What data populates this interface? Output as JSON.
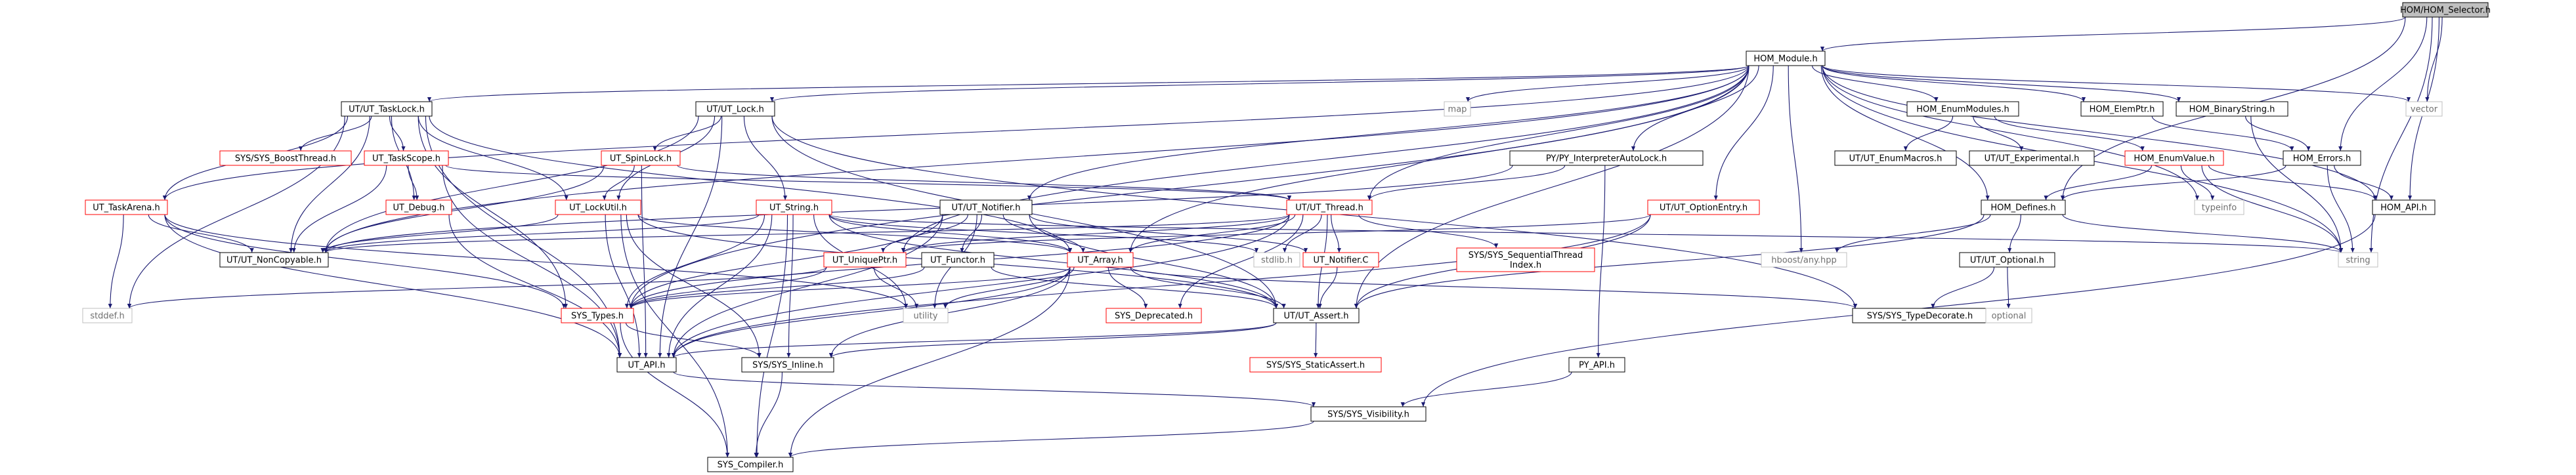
{
  "graph": {
    "colors": {
      "edge": "#191970",
      "node_border_default": "#000000",
      "node_border_missing": "#ff0000",
      "node_border_external": "#bfbfbf",
      "root_fill": "#bfbfbf"
    },
    "nodes": [
      {
        "id": "root",
        "label": "HOM/HOM_Selector.h",
        "style": "root"
      },
      {
        "id": "hom_module",
        "label": "HOM_Module.h",
        "style": "normal"
      },
      {
        "id": "ut_tasklock",
        "label": "UT/UT_TaskLock.h",
        "style": "normal"
      },
      {
        "id": "ut_lock",
        "label": "UT/UT_Lock.h",
        "style": "normal"
      },
      {
        "id": "map",
        "label": "map",
        "style": "external"
      },
      {
        "id": "py_autolock",
        "label": "PY/PY_InterpreterAutoLock.h",
        "style": "normal"
      },
      {
        "id": "hom_enummod",
        "label": "HOM_EnumModules.h",
        "style": "normal"
      },
      {
        "id": "hom_elemptr",
        "label": "HOM_ElemPtr.h",
        "style": "normal"
      },
      {
        "id": "hom_binstr",
        "label": "HOM_BinaryString.h",
        "style": "normal"
      },
      {
        "id": "vector",
        "label": "vector",
        "style": "external"
      },
      {
        "id": "sys_boost",
        "label": "SYS/SYS_BoostThread.h",
        "style": "missing"
      },
      {
        "id": "ut_taskscope",
        "label": "UT_TaskScope.h",
        "style": "missing"
      },
      {
        "id": "ut_spinlock",
        "label": "UT_SpinLock.h",
        "style": "missing"
      },
      {
        "id": "ut_taskarena",
        "label": "UT_TaskArena.h",
        "style": "missing"
      },
      {
        "id": "ut_debug",
        "label": "UT_Debug.h",
        "style": "missing"
      },
      {
        "id": "ut_lockutil",
        "label": "UT_LockUtil.h",
        "style": "missing"
      },
      {
        "id": "ut_string",
        "label": "UT_String.h",
        "style": "missing"
      },
      {
        "id": "ut_notifier",
        "label": "UT/UT_Notifier.h",
        "style": "normal"
      },
      {
        "id": "ut_thread",
        "label": "UT/UT_Thread.h",
        "style": "missing"
      },
      {
        "id": "ut_enummacros",
        "label": "UT/UT_EnumMacros.h",
        "style": "normal"
      },
      {
        "id": "ut_experimental",
        "label": "UT/UT_Experimental.h",
        "style": "normal"
      },
      {
        "id": "hom_enumvalue",
        "label": "HOM_EnumValue.h",
        "style": "missing"
      },
      {
        "id": "hom_errors",
        "label": "HOM_Errors.h",
        "style": "normal"
      },
      {
        "id": "ut_optionentry",
        "label": "UT/UT_OptionEntry.h",
        "style": "missing"
      },
      {
        "id": "ut_noncopyable",
        "label": "UT/UT_NonCopyable.h",
        "style": "normal"
      },
      {
        "id": "ut_functor",
        "label": "UT_Functor.h",
        "style": "normal"
      },
      {
        "id": "ut_uniqueptr",
        "label": "UT_UniquePtr.h",
        "style": "missing"
      },
      {
        "id": "ut_array",
        "label": "UT_Array.h",
        "style": "missing"
      },
      {
        "id": "stdlib",
        "label": "stdlib.h",
        "style": "external"
      },
      {
        "id": "ut_notifier_c",
        "label": "UT_Notifier.C",
        "style": "missing"
      },
      {
        "id": "sys_seqthread",
        "label": "SYS/SYS_SequentialThread\nIndex.h",
        "style": "missing"
      },
      {
        "id": "hom_defines",
        "label": "HOM_Defines.h",
        "style": "normal"
      },
      {
        "id": "typeinfo",
        "label": "typeinfo",
        "style": "external"
      },
      {
        "id": "hom_api",
        "label": "HOM_API.h",
        "style": "normal"
      },
      {
        "id": "string",
        "label": "string",
        "style": "external"
      },
      {
        "id": "stddef",
        "label": "stddef.h",
        "style": "external"
      },
      {
        "id": "sys_types",
        "label": "SYS_Types.h",
        "style": "missing"
      },
      {
        "id": "utility",
        "label": "utility",
        "style": "external"
      },
      {
        "id": "sys_deprecated",
        "label": "SYS_Deprecated.h",
        "style": "missing"
      },
      {
        "id": "ut_assert",
        "label": "UT/UT_Assert.h",
        "style": "normal"
      },
      {
        "id": "hboost_any",
        "label": "hboost/any.hpp",
        "style": "external"
      },
      {
        "id": "ut_optional",
        "label": "UT/UT_Optional.h",
        "style": "normal"
      },
      {
        "id": "sys_typedecorate",
        "label": "SYS/SYS_TypeDecorate.h",
        "style": "normal"
      },
      {
        "id": "optional",
        "label": "optional",
        "style": "external"
      },
      {
        "id": "ut_api",
        "label": "UT_API.h",
        "style": "normal"
      },
      {
        "id": "sys_inline",
        "label": "SYS/SYS_Inline.h",
        "style": "normal"
      },
      {
        "id": "sys_staticassert",
        "label": "SYS/SYS_StaticAssert.h",
        "style": "missing"
      },
      {
        "id": "py_api",
        "label": "PY_API.h",
        "style": "normal"
      },
      {
        "id": "sys_visibility",
        "label": "SYS/SYS_Visibility.h",
        "style": "normal"
      },
      {
        "id": "sys_compiler",
        "label": "SYS_Compiler.h",
        "style": "normal"
      }
    ],
    "edges": [
      [
        "root",
        "hom_module"
      ],
      [
        "root",
        "vector"
      ],
      [
        "root",
        "hom_errors"
      ],
      [
        "root",
        "hom_api"
      ],
      [
        "root",
        "string"
      ],
      [
        "root",
        "hom_defines"
      ],
      [
        "hom_module",
        "ut_tasklock"
      ],
      [
        "hom_module",
        "ut_lock"
      ],
      [
        "hom_module",
        "map"
      ],
      [
        "hom_module",
        "py_autolock"
      ],
      [
        "hom_module",
        "hom_enummod"
      ],
      [
        "hom_module",
        "hom_elemptr"
      ],
      [
        "hom_module",
        "hom_binstr"
      ],
      [
        "hom_module",
        "vector"
      ],
      [
        "hom_module",
        "ut_thread"
      ],
      [
        "hom_module",
        "ut_optionentry"
      ],
      [
        "hom_module",
        "hom_defines"
      ],
      [
        "hom_module",
        "hom_api"
      ],
      [
        "hom_module",
        "string"
      ],
      [
        "hom_module",
        "hboost_any"
      ],
      [
        "hom_module",
        "typeinfo"
      ],
      [
        "hom_module",
        "ut_notifier"
      ],
      [
        "hom_module",
        "ut_uniqueptr"
      ],
      [
        "hom_module",
        "ut_array"
      ],
      [
        "hom_module",
        "ut_assert"
      ],
      [
        "hom_module",
        "sys_types"
      ],
      [
        "hom_module",
        "ut_noncopyable"
      ],
      [
        "hom_module",
        "ut_taskarena"
      ],
      [
        "ut_tasklock",
        "sys_boost"
      ],
      [
        "ut_tasklock",
        "ut_taskscope"
      ],
      [
        "ut_tasklock",
        "ut_taskarena"
      ],
      [
        "ut_tasklock",
        "ut_debug"
      ],
      [
        "ut_tasklock",
        "ut_lockutil"
      ],
      [
        "ut_tasklock",
        "ut_noncopyable"
      ],
      [
        "ut_tasklock",
        "stddef"
      ],
      [
        "ut_tasklock",
        "ut_api"
      ],
      [
        "ut_tasklock",
        "sys_types"
      ],
      [
        "ut_tasklock",
        "ut_array"
      ],
      [
        "ut_lock",
        "ut_spinlock"
      ],
      [
        "ut_lock",
        "ut_lockutil"
      ],
      [
        "ut_lock",
        "ut_string"
      ],
      [
        "ut_lock",
        "ut_noncopyable"
      ],
      [
        "ut_lock",
        "ut_api"
      ],
      [
        "ut_lock",
        "sys_typedecorate"
      ],
      [
        "ut_lock",
        "ut_assert"
      ],
      [
        "py_autolock",
        "ut_thread"
      ],
      [
        "py_autolock",
        "py_api"
      ],
      [
        "py_autolock",
        "ut_noncopyable"
      ],
      [
        "hom_enummod",
        "ut_enummacros"
      ],
      [
        "hom_enummod",
        "ut_experimental"
      ],
      [
        "hom_enummod",
        "hom_enumvalue"
      ],
      [
        "hom_elemptr",
        "hom_errors"
      ],
      [
        "hom_binstr",
        "hom_errors"
      ],
      [
        "hom_binstr",
        "string"
      ],
      [
        "ut_taskscope",
        "ut_debug"
      ],
      [
        "ut_taskscope",
        "ut_thread"
      ],
      [
        "ut_taskscope",
        "ut_noncopyable"
      ],
      [
        "ut_taskscope",
        "ut_api"
      ],
      [
        "ut_spinlock",
        "ut_lockutil"
      ],
      [
        "ut_spinlock",
        "ut_thread"
      ],
      [
        "ut_spinlock",
        "ut_noncopyable"
      ],
      [
        "ut_spinlock",
        "ut_api"
      ],
      [
        "ut_taskarena",
        "ut_noncopyable"
      ],
      [
        "ut_taskarena",
        "stddef"
      ],
      [
        "ut_taskarena",
        "sys_types"
      ],
      [
        "ut_taskarena",
        "ut_api"
      ],
      [
        "ut_taskarena",
        "utility"
      ],
      [
        "ut_debug",
        "ut_api"
      ],
      [
        "ut_lockutil",
        "ut_noncopyable"
      ],
      [
        "ut_lockutil",
        "ut_api"
      ],
      [
        "ut_lockutil",
        "sys_compiler"
      ],
      [
        "ut_lockutil",
        "ut_assert"
      ],
      [
        "ut_lockutil",
        "sys_inline"
      ],
      [
        "ut_lockutil",
        "ut_array"
      ],
      [
        "ut_string",
        "ut_noncopyable"
      ],
      [
        "ut_string",
        "sys_types"
      ],
      [
        "ut_string",
        "ut_api"
      ],
      [
        "ut_string",
        "utility"
      ],
      [
        "ut_string",
        "sys_inline"
      ],
      [
        "ut_string",
        "ut_assert"
      ],
      [
        "ut_string",
        "stdlib"
      ],
      [
        "ut_string",
        "string"
      ],
      [
        "ut_string",
        "sys_compiler"
      ],
      [
        "ut_string",
        "ut_array"
      ],
      [
        "ut_notifier",
        "ut_functor"
      ],
      [
        "ut_notifier",
        "ut_uniqueptr"
      ],
      [
        "ut_notifier",
        "ut_array"
      ],
      [
        "ut_notifier",
        "ut_notifier_c"
      ],
      [
        "ut_notifier",
        "sys_types"
      ],
      [
        "ut_notifier",
        "utility"
      ],
      [
        "ut_notifier",
        "ut_assert"
      ],
      [
        "ut_notifier",
        "ut_api"
      ],
      [
        "ut_thread",
        "ut_array"
      ],
      [
        "ut_thread",
        "stdlib"
      ],
      [
        "ut_thread",
        "ut_notifier_c"
      ],
      [
        "ut_thread",
        "sys_seqthread"
      ],
      [
        "ut_thread",
        "ut_uniqueptr"
      ],
      [
        "ut_thread",
        "sys_types"
      ],
      [
        "ut_thread",
        "ut_assert"
      ],
      [
        "ut_thread",
        "sys_deprecated"
      ],
      [
        "ut_thread",
        "ut_api"
      ],
      [
        "ut_thread",
        "ut_noncopyable"
      ],
      [
        "hom_enumvalue",
        "hom_defines"
      ],
      [
        "hom_enumvalue",
        "typeinfo"
      ],
      [
        "hom_enumvalue",
        "string"
      ],
      [
        "hom_enumvalue",
        "hom_api"
      ],
      [
        "hom_errors",
        "hom_defines"
      ],
      [
        "hom_errors",
        "hom_api"
      ],
      [
        "hom_errors",
        "string"
      ],
      [
        "ut_optionentry",
        "ut_uniqueptr"
      ],
      [
        "ut_optionentry",
        "ut_assert"
      ],
      [
        "ut_optionentry",
        "ut_api"
      ],
      [
        "ut_functor",
        "sys_types"
      ],
      [
        "ut_functor",
        "ut_assert"
      ],
      [
        "ut_uniqueptr",
        "sys_types"
      ],
      [
        "ut_uniqueptr",
        "stddef"
      ],
      [
        "ut_uniqueptr",
        "utility"
      ],
      [
        "ut_array",
        "sys_types"
      ],
      [
        "ut_array",
        "utility"
      ],
      [
        "ut_array",
        "sys_deprecated"
      ],
      [
        "ut_array",
        "ut_assert"
      ],
      [
        "ut_array",
        "sys_inline"
      ],
      [
        "ut_array",
        "sys_compiler"
      ],
      [
        "ut_array",
        "ut_api"
      ],
      [
        "ut_array",
        "sys_typedecorate"
      ],
      [
        "ut_notifier_c",
        "ut_assert"
      ],
      [
        "hom_defines",
        "hboost_any"
      ],
      [
        "hom_defines",
        "ut_optional"
      ],
      [
        "hom_defines",
        "string"
      ],
      [
        "hom_defines",
        "ut_assert"
      ],
      [
        "hom_api",
        "sys_visibility"
      ],
      [
        "sys_types",
        "sys_inline"
      ],
      [
        "sys_types",
        "sys_compiler"
      ],
      [
        "ut_assert",
        "sys_staticassert"
      ],
      [
        "ut_assert",
        "ut_api"
      ],
      [
        "ut_assert",
        "sys_inline"
      ],
      [
        "ut_optional",
        "sys_typedecorate"
      ],
      [
        "ut_optional",
        "optional"
      ],
      [
        "ut_api",
        "sys_visibility"
      ],
      [
        "sys_inline",
        "sys_compiler"
      ],
      [
        "py_api",
        "sys_visibility"
      ],
      [
        "sys_visibility",
        "sys_compiler"
      ]
    ]
  }
}
